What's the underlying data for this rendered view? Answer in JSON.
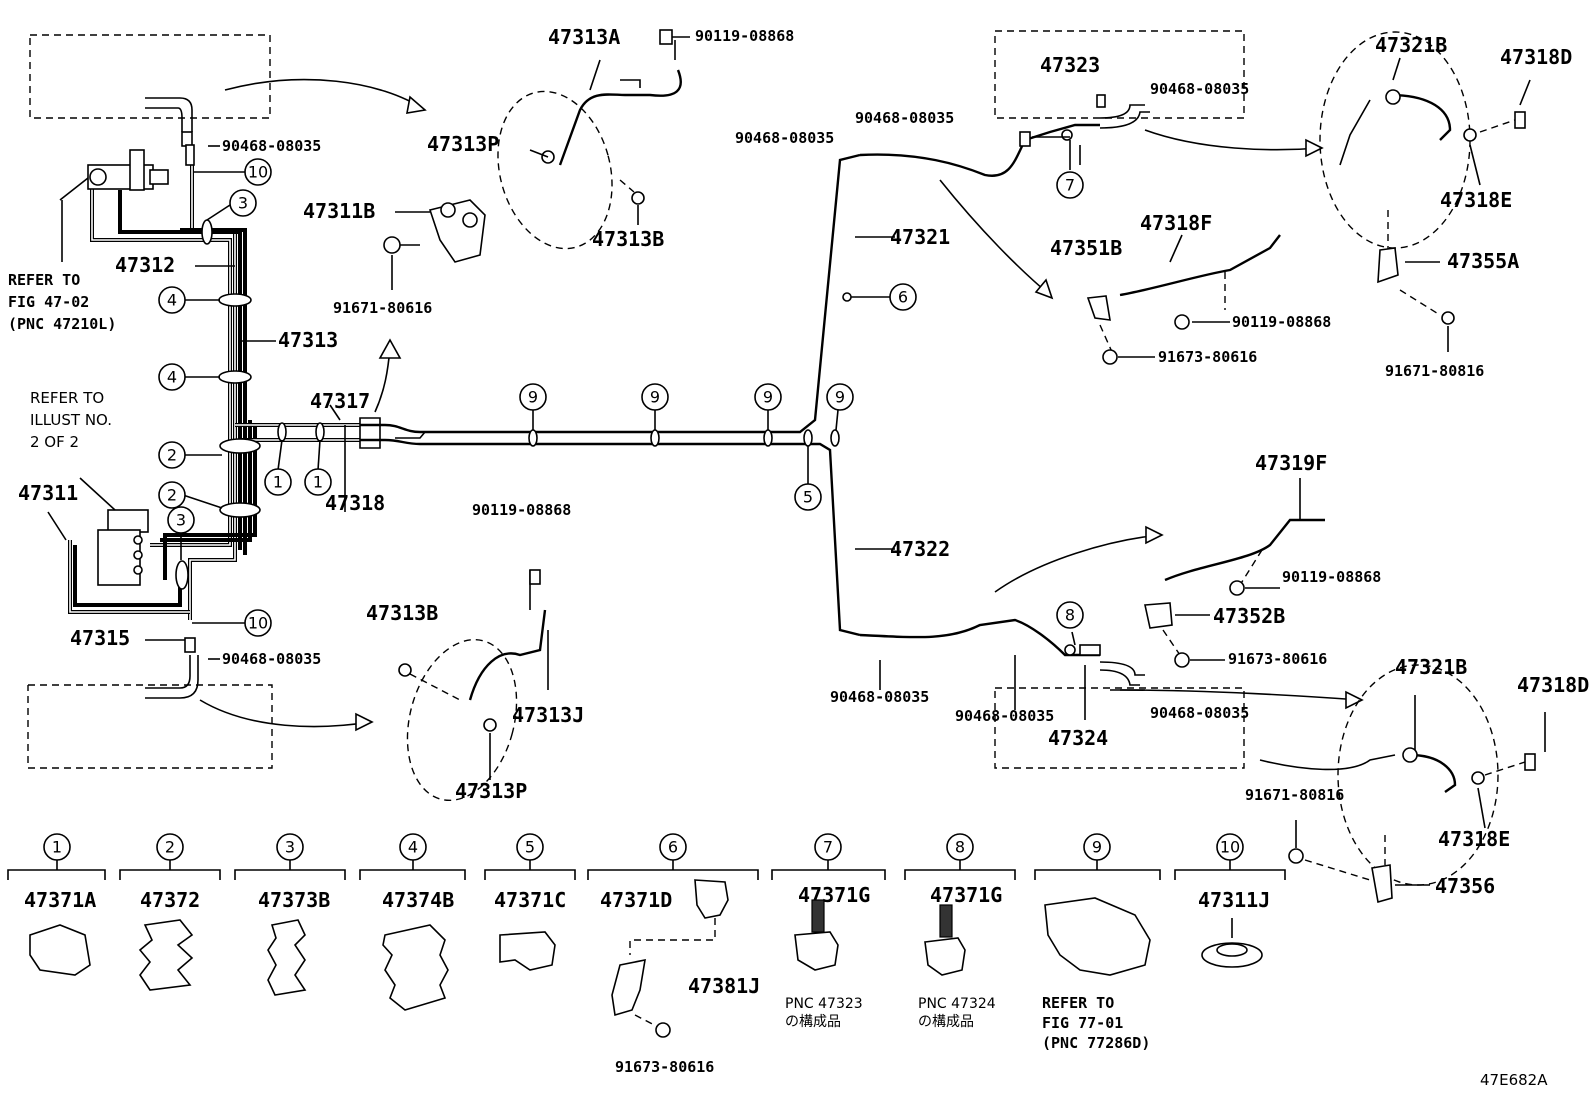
{
  "diagram": {
    "code": "47E682A",
    "parts": {
      "p47313A": "47313A",
      "p90119_08868_top": "90119-08868",
      "p47313P_top": "47313P",
      "p47313B_top": "47313B",
      "p90468_08035_tl": "90468-08035",
      "p47311B": "47311B",
      "p91671_80616": "91671-80616",
      "p47312": "47312",
      "p47313": "47313",
      "p47317": "47317",
      "p47318": "47318",
      "p47311": "47311",
      "p47315": "47315",
      "p90468_08035_bl": "90468-08035",
      "p90119_08868_mid": "90119-08868",
      "p47313B_bot": "47313B",
      "p47313J": "47313J",
      "p47313P_bot": "47313P",
      "p47323": "47323",
      "p90468_08035_r1": "90468-08035",
      "p90468_08035_r2": "90468-08035",
      "p90468_08035_r3": "90468-08035",
      "p47321": "47321",
      "p47322": "47322",
      "p47351B": "47351B",
      "p47318F": "47318F",
      "p90119_08868_r": "90119-08868",
      "p91673_80616_r": "91673-80616",
      "p47321B_top": "47321B",
      "p47318D_top": "47318D",
      "p47318E_top": "47318E",
      "p47355A": "47355A",
      "p91671_80816_top": "91671-80816",
      "p47319F": "47319F",
      "p90119_08868_r2": "90119-08868",
      "p47352B": "47352B",
      "p91673_80616_r2": "91673-80616",
      "p90468_08035_b1": "90468-08035",
      "p90468_08035_b2": "90468-08035",
      "p90468_08035_b3": "90468-08035",
      "p47324": "47324",
      "p47321B_bot": "47321B",
      "p47318D_bot": "47318D",
      "p47318E_bot": "47318E",
      "p91671_80816_bot": "91671-80816",
      "p47356": "47356"
    },
    "refer_fig47": [
      "REFER TO",
      "FIG 47-02",
      "(PNC 47210L)"
    ],
    "refer_illust": [
      "REFER TO",
      "ILLUST NO.",
      "2 OF 2"
    ],
    "legend": [
      {
        "num": "1",
        "part": "47371A"
      },
      {
        "num": "2",
        "part": "47372"
      },
      {
        "num": "3",
        "part": "47373B"
      },
      {
        "num": "4",
        "part": "47374B"
      },
      {
        "num": "5",
        "part": "47371C"
      },
      {
        "num": "6",
        "part": "47371D",
        "extra": "47381J",
        "bolt": "91673-80616"
      },
      {
        "num": "7",
        "part": "47371G",
        "note": [
          "PNC 47323",
          "の構成品"
        ]
      },
      {
        "num": "8",
        "part": "47371G",
        "note": [
          "PNC 47324",
          "の構成品"
        ]
      },
      {
        "num": "9",
        "part": "",
        "note": [
          "REFER TO",
          "FIG 77-01",
          "(PNC 77286D)"
        ]
      },
      {
        "num": "10",
        "part": "47311J"
      }
    ],
    "circle_refs": [
      "1",
      "1",
      "2",
      "2",
      "3",
      "3",
      "4",
      "4",
      "5",
      "6",
      "7",
      "8",
      "9",
      "9",
      "9",
      "9",
      "10",
      "10"
    ]
  }
}
